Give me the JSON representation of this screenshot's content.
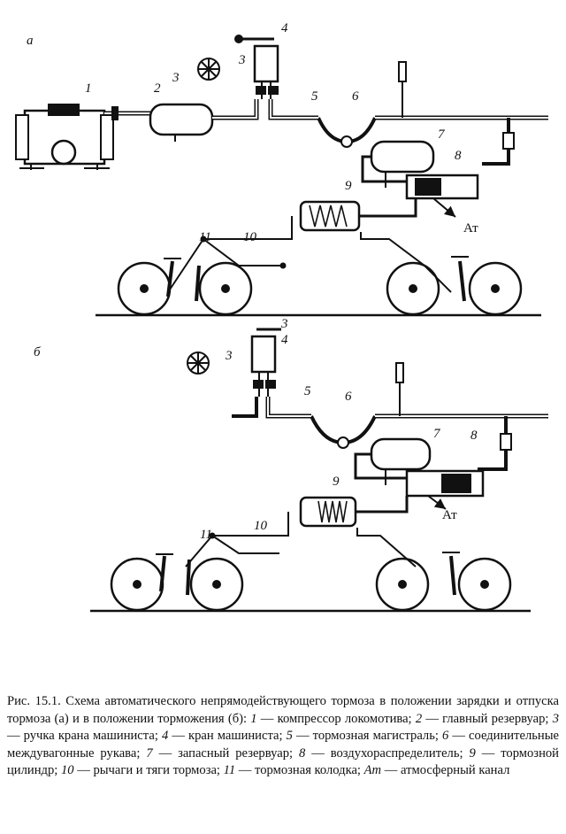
{
  "panels": [
    {
      "id": "a",
      "letter": "а",
      "labels": {
        "n1": "1",
        "n2": "2",
        "n3a": "3",
        "n3b": "3",
        "n4": "4",
        "n5": "5",
        "n6": "6",
        "n7": "7",
        "n8": "8",
        "n9": "9",
        "n10": "10",
        "n11": "11",
        "at": "Ат"
      }
    },
    {
      "id": "b",
      "letter": "б",
      "labels": {
        "n3a": "3",
        "n3b": "3",
        "n4": "4",
        "n5": "5",
        "n6": "6",
        "n7": "7",
        "n8": "8",
        "n9": "9",
        "n10": "10",
        "n11": "11",
        "at": "Ат"
      }
    }
  ],
  "caption": {
    "title": "Рис. 15.1. Схема автоматического непрямодействующего тормоза в положении зарядки и отпуска тормоза (а) и в положении торможения (б):",
    "legend": [
      {
        "num": "1",
        "text": "компрессор локомотива"
      },
      {
        "num": "2",
        "text": "главный резервуар"
      },
      {
        "num": "3",
        "text": "ручка крана машиниста"
      },
      {
        "num": "4",
        "text": "кран машиниста"
      },
      {
        "num": "5",
        "text": "тормозная магистраль"
      },
      {
        "num": "6",
        "text": "соединительные междувагонные рукава"
      },
      {
        "num": "7",
        "text": "запасный резервуар"
      },
      {
        "num": "8",
        "text": "воздухораспределитель"
      },
      {
        "num": "9",
        "text": "тормозной цилиндр"
      },
      {
        "num": "10",
        "text": "рычаги и тяги тормоза"
      },
      {
        "num": "11",
        "text": "тормозная колодка"
      },
      {
        "num": "Ат",
        "text": "атмосферный канал"
      }
    ]
  }
}
